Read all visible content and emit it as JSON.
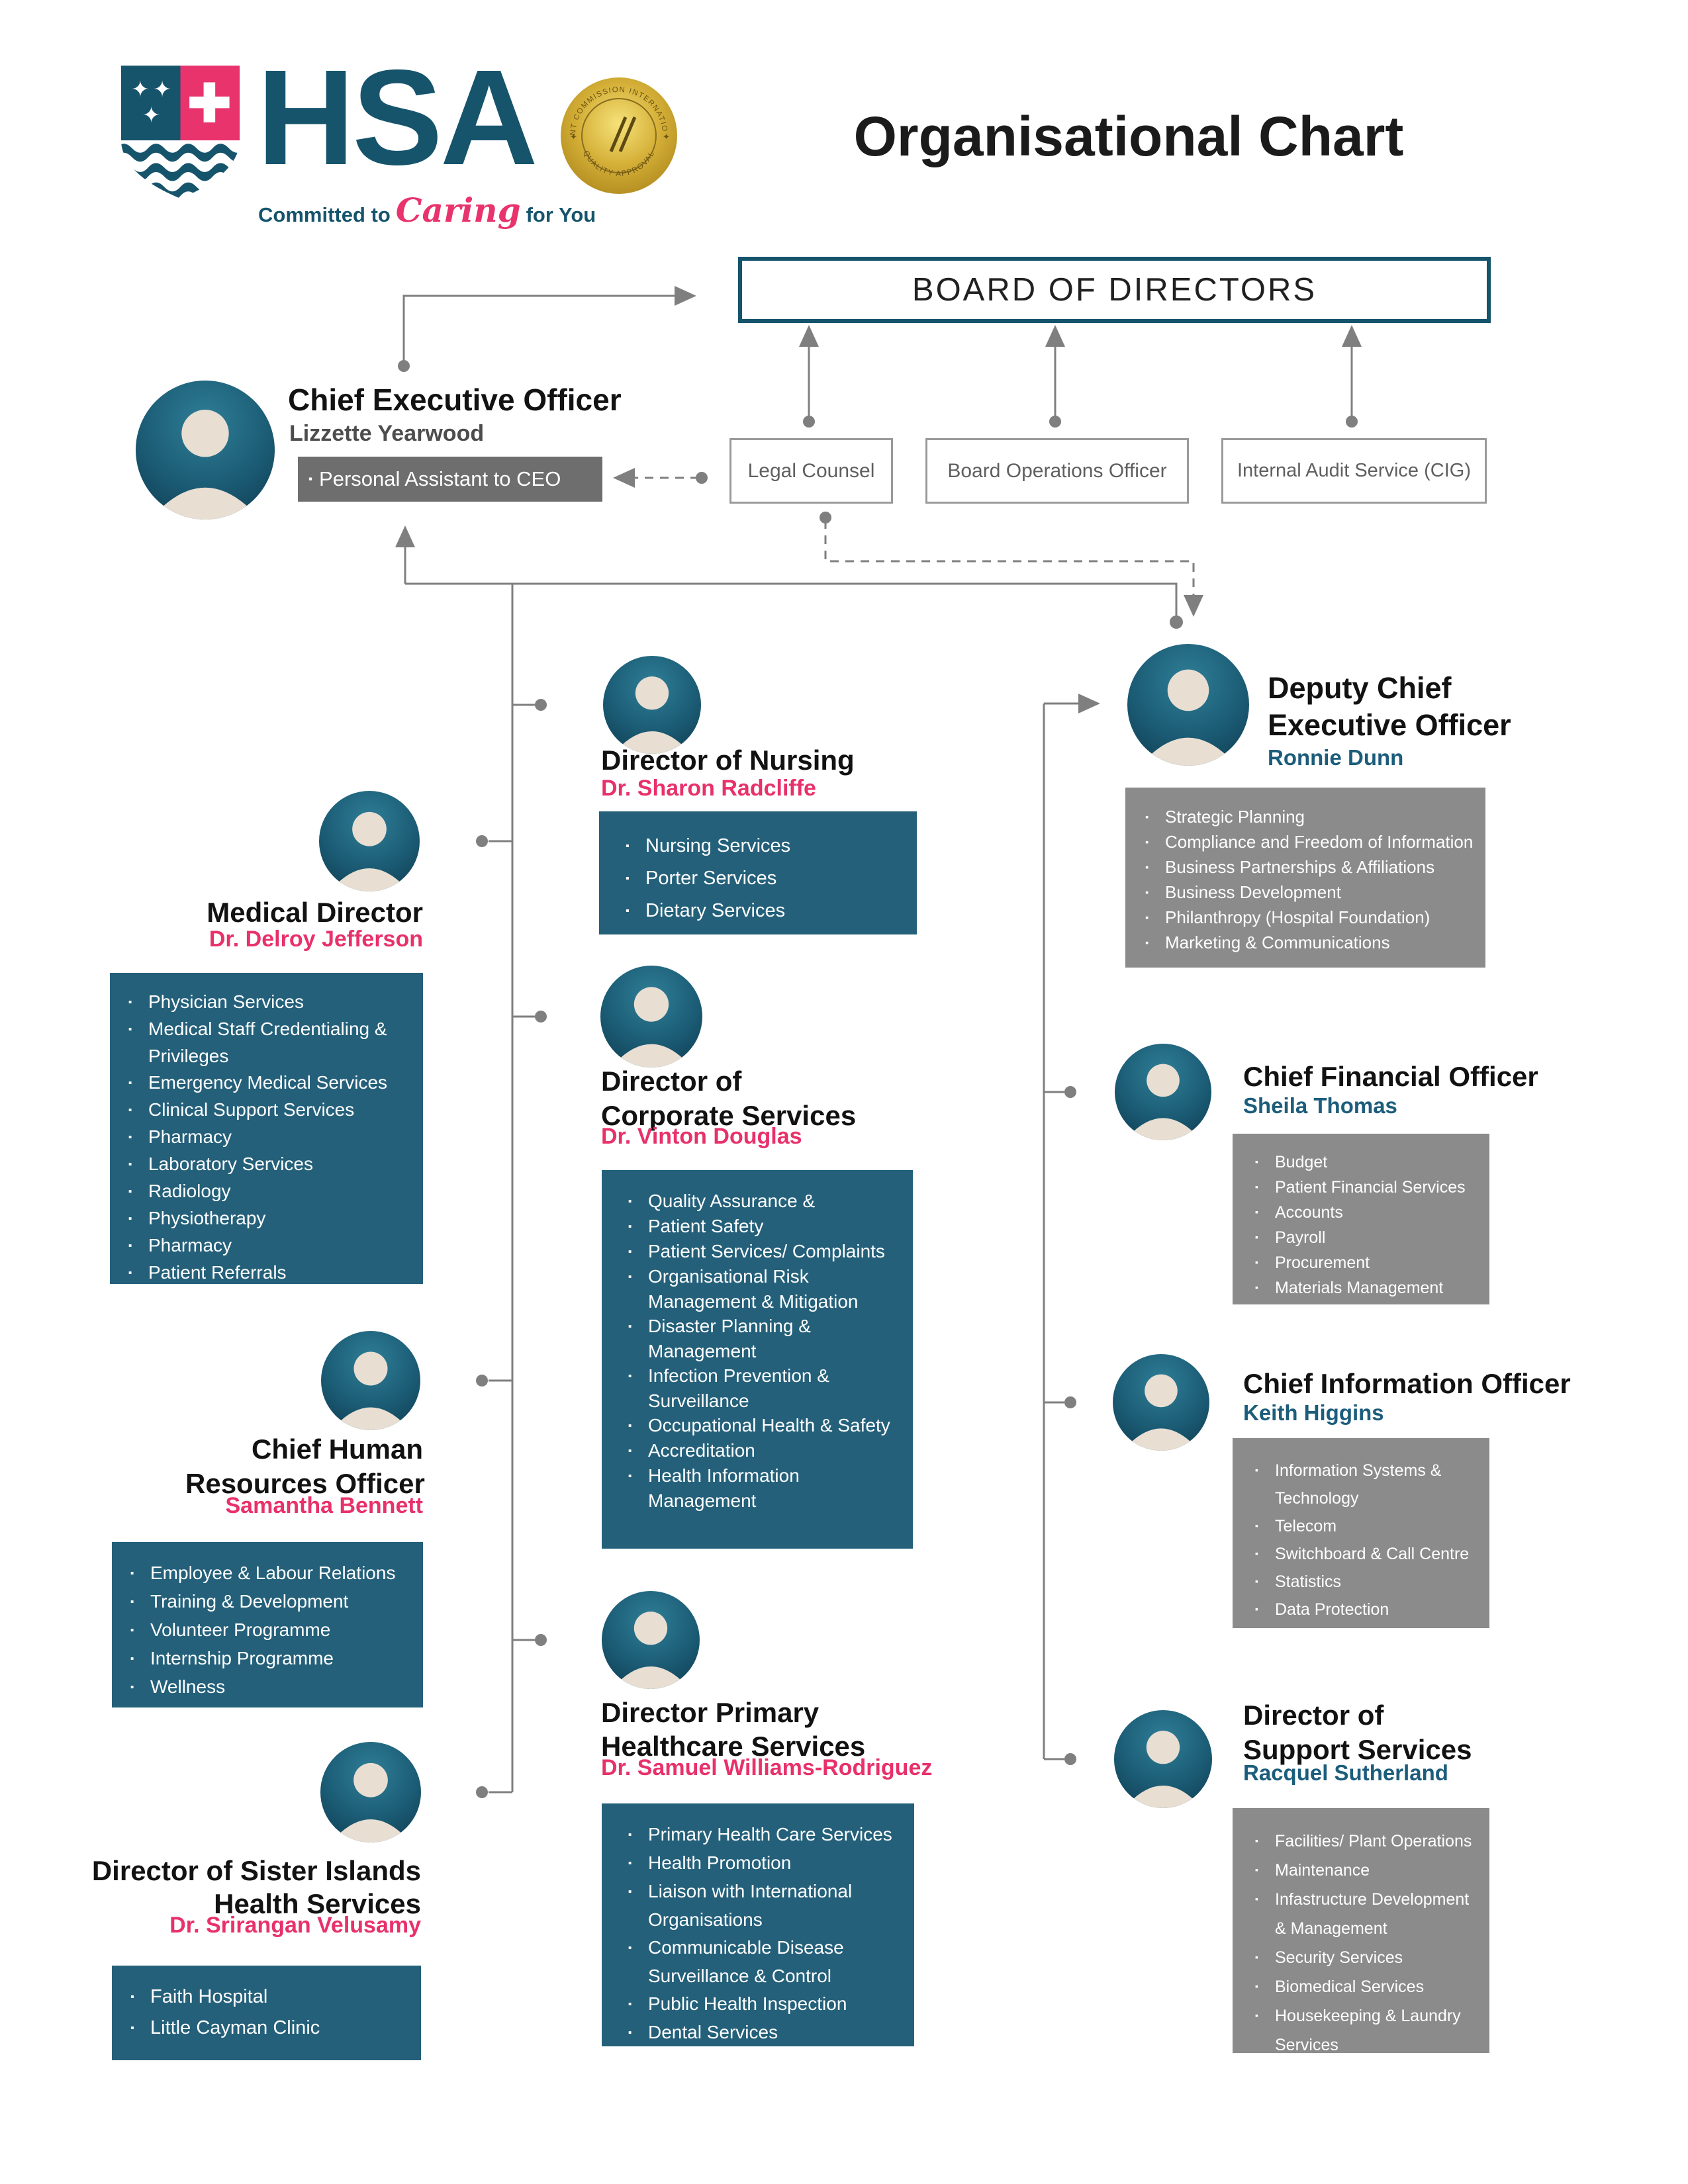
{
  "colors": {
    "brand_teal": "#16546C",
    "brand_pink": "#E8336D",
    "teal_box": "#24607A",
    "gray_box": "#8B8B8B",
    "pa_box": "#6E6E6E",
    "pink_name": "#E8316B",
    "teal_name": "#1C5D7C",
    "connector_gray": "#7F7F7F",
    "gold": "#D4AF37"
  },
  "header": {
    "logo_word": "HSA",
    "tagline_pre": "Committed to",
    "tagline_script": "Caring",
    "tagline_post": "for You",
    "seal_text_top": "JOINT COMMISSION INTERNATIONAL",
    "seal_text_bottom": "QUALITY APPROVAL",
    "title": "Organisational Chart"
  },
  "board": {
    "label": "BOARD OF DIRECTORS"
  },
  "board_officers": [
    {
      "label": "Legal Counsel"
    },
    {
      "label": "Board Operations Officer"
    },
    {
      "label": "Internal Audit Service (CIG)"
    }
  ],
  "ceo": {
    "title": "Chief Executive Officer",
    "name": "Lizzette Yearwood",
    "assistant": "Personal Assistant to CEO"
  },
  "dceo": {
    "title1": "Deputy Chief",
    "title2": "Executive Officer",
    "name": "Ronnie Dunn",
    "items": [
      "Strategic Planning",
      "Compliance and Freedom of Information",
      "Business Partnerships & Affiliations",
      "Business Development",
      "Philanthropy (Hospital Foundation)",
      "Marketing & Communications"
    ]
  },
  "nursing": {
    "title1": "Director of Nursing",
    "name": "Dr. Sharon Radcliffe",
    "items": [
      "Nursing Services",
      "Porter Services",
      "Dietary Services"
    ]
  },
  "medical": {
    "title1": "Medical Director",
    "name": "Dr. Delroy Jefferson",
    "items": [
      "Physician Services",
      "Medical Staff Credentialing & Privileges",
      "Emergency Medical Services",
      "Clinical Support Services",
      "Pharmacy",
      "Laboratory Services",
      "Radiology",
      "Physiotherapy",
      "Pharmacy",
      "Patient Referrals"
    ]
  },
  "corporate": {
    "title1": "Director of",
    "title2": "Corporate Services",
    "name": "Dr. Vinton Douglas",
    "items": [
      "Quality Assurance &",
      "Patient Safety",
      "Patient Services/ Complaints",
      "Organisational Risk Management & Mitigation",
      "Disaster Planning & Management",
      "Infection Prevention & Surveillance",
      "Occupational Health & Safety",
      "Accreditation",
      "Health Information Management"
    ]
  },
  "cfo": {
    "title1": "Chief Financial Officer",
    "name": "Sheila Thomas",
    "items": [
      "Budget",
      "Patient Financial Services",
      "Accounts",
      "Payroll",
      "Procurement",
      "Materials Management"
    ]
  },
  "chro": {
    "title1": "Chief Human",
    "title2": "Resources Officer",
    "name": "Samantha Bennett",
    "items": [
      "Employee & Labour Relations",
      "Training & Development",
      "Volunteer Programme",
      "Internship Programme",
      "Wellness"
    ]
  },
  "cio": {
    "title1": "Chief Information Officer",
    "name": "Keith Higgins",
    "items": [
      "Information Systems & Technology",
      "Telecom",
      "Switchboard & Call Centre",
      "Statistics",
      "Data Protection"
    ]
  },
  "phc": {
    "title1": "Director Primary",
    "title2": "Healthcare Services",
    "name": "Dr. Samuel Williams-Rodriguez",
    "items": [
      "Primary Health Care Services",
      "Health Promotion",
      "Liaison with International Organisations",
      "Communicable Disease Surveillance & Control",
      "Public Health Inspection",
      "Dental Services"
    ]
  },
  "sister": {
    "title1": "Director of Sister Islands",
    "title2": "Health Services",
    "name": "Dr. Srirangan Velusamy",
    "items": [
      "Faith Hospital",
      "Little Cayman Clinic"
    ]
  },
  "support": {
    "title1": "Director of",
    "title2": "Support Services",
    "name": "Racquel Sutherland",
    "items": [
      "Facilities/ Plant Operations",
      "Maintenance",
      "Infastructure Development & Management",
      "Security Services",
      "Biomedical Services",
      "Housekeeping & Laundry Services"
    ]
  }
}
